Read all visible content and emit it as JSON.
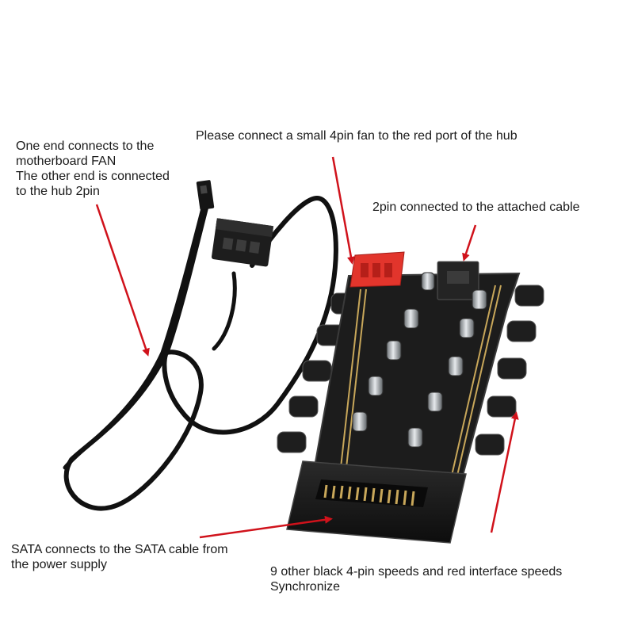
{
  "captions": {
    "motherboard": "One end connects to the\nmotherboard FAN\nThe other end is connected\nto the hub 2pin",
    "red_port": "Please connect a small 4pin fan to the red port of the hub",
    "two_pin": "2pin connected to the attached cable",
    "sata": "SATA connects to the SATA cable from\nthe power supply",
    "speeds": "9 other black 4-pin speeds and red interface speeds\nSynchronize"
  },
  "colors": {
    "arrow": "#d0121b",
    "pcb": "#1c1c1c",
    "cable": "#111111",
    "red_port": "#e2352c",
    "connector": "#222222",
    "pin": "#c8a75a"
  }
}
